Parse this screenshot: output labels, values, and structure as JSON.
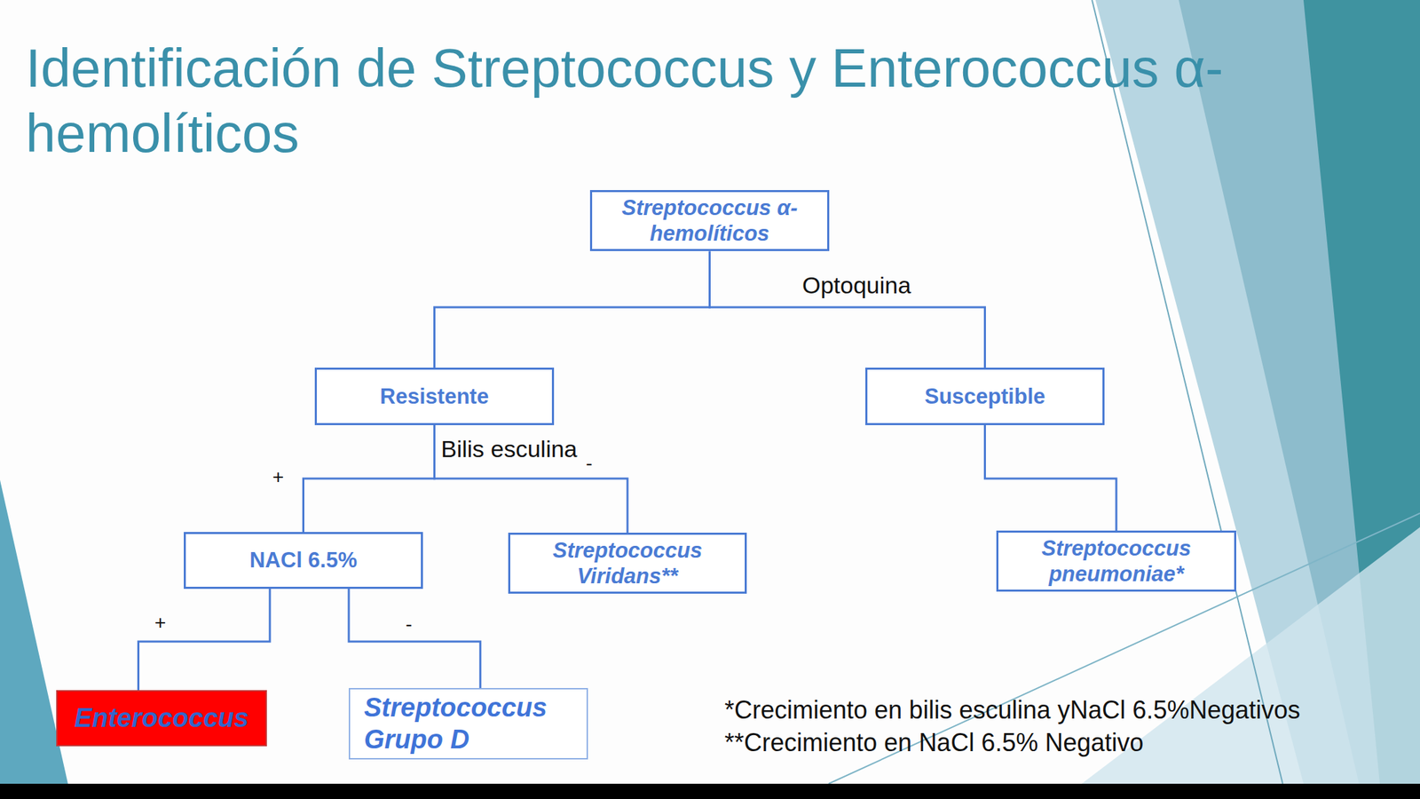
{
  "diagram": {
    "title": "Identificación de Streptococcus y Enterococcus α-hemolíticos",
    "nodes": [
      {
        "text": [
          "Streptococcus α-hemolíticos"
        ]
      },
      {
        "text": [
          "Resistente"
        ]
      },
      {
        "text": [
          "Susceptible"
        ]
      },
      {
        "text": [
          "NACl 6.5%"
        ]
      },
      {
        "text": [
          "Streptococcus Viridans**"
        ]
      },
      {
        "text": [
          "Streptococcus pneumoniae*"
        ]
      },
      {
        "text": [
          "Enterococcus"
        ]
      },
      {
        "text": [
          "Streptococcus Grupo D"
        ]
      }
    ],
    "edges": [
      {
        "from": 0,
        "to": 1,
        "arrow": "none"
      },
      {
        "from": 0,
        "to": 2,
        "arrow": "none"
      },
      {
        "from": 1,
        "to": 3,
        "label": "+",
        "arrow": "none"
      },
      {
        "from": 1,
        "to": 4,
        "label": "-",
        "arrow": "none"
      },
      {
        "from": 2,
        "to": 5,
        "arrow": "none"
      },
      {
        "from": 3,
        "to": 6,
        "label": "+",
        "arrow": "none"
      },
      {
        "from": 3,
        "to": 7,
        "label": "-",
        "arrow": "none"
      }
    ],
    "labels": [
      "Optoquina",
      "Bilis esculina",
      "*Crecimiento en bilis esculina yNaCl 6.5%Negativos",
      "**Crecimiento en NaCl 6.5% Negativo"
    ]
  }
}
